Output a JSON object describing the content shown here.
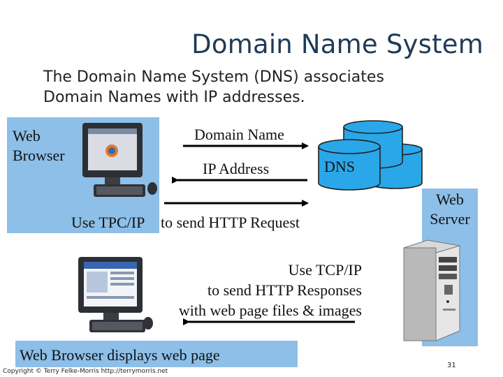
{
  "slide": {
    "title": "Domain Name System",
    "intro": "The Domain Name System (DNS) associates Domain Names with IP addresses.",
    "copyright": "Copyright © Terry Felke-Morris http://terrymorris.net",
    "page_number": "31"
  },
  "diagram": {
    "web_browser_line1": "Web",
    "web_browser_line2": "Browser",
    "domain_name_label": "Domain Name",
    "ip_address_label": "IP Address",
    "dns_label": "DNS",
    "web_server_line1": "Web",
    "web_server_line2": "Server",
    "tcp_request_part1": "Use TPC/IP",
    "tcp_request_part2": "to send HTTP Request",
    "response_line1": "Use TCP/IP",
    "response_line2": "to send HTTP Responses",
    "response_line3": "with web page files & images",
    "display_label": "Web Browser displays web page"
  }
}
